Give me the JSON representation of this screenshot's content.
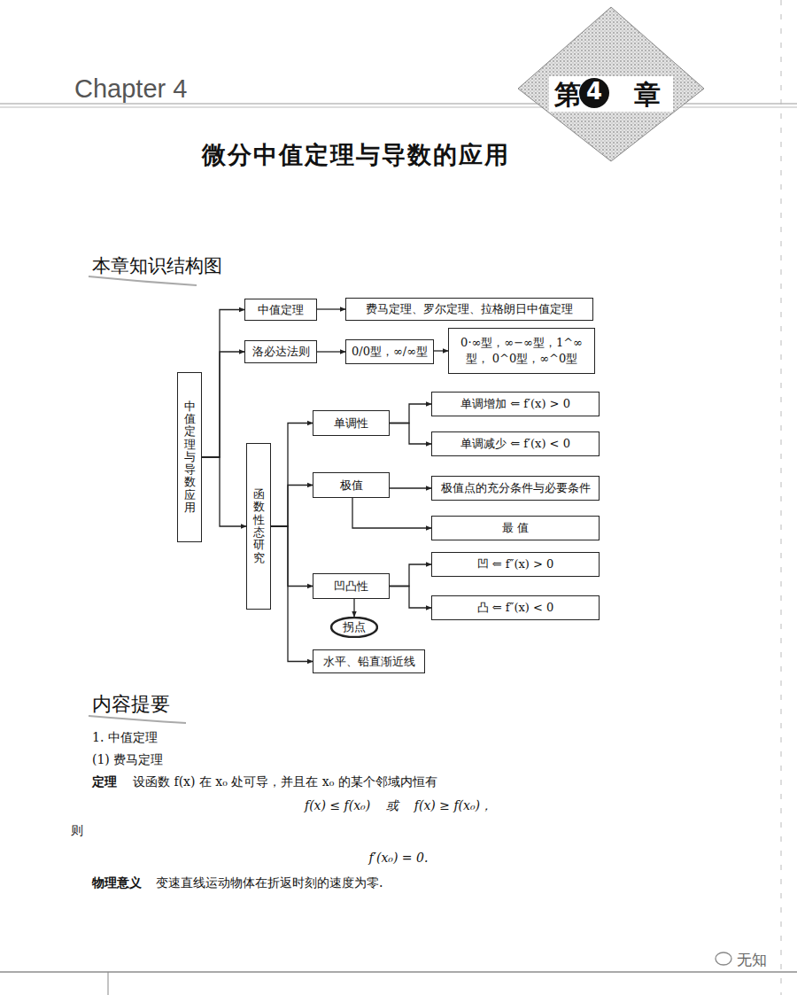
{
  "diagram": {
    "title": "微分中值定理与导数的应用",
    "nodes": [
      {
        "text": [
          "中值定理与导数应用"
        ]
      },
      {
        "text": [
          "中值定理"
        ]
      },
      {
        "text": [
          "费马定理、罗尔定理、拉格朗日中值定理"
        ]
      },
      {
        "text": [
          "洛必达法则"
        ]
      },
      {
        "text": [
          "0/0型，∞/∞型"
        ]
      },
      {
        "text": [
          "0·∞型，∞−∞型，1^∞型， 0^0型，∞^0型"
        ]
      },
      {
        "text": [
          "函数性态研究"
        ]
      },
      {
        "text": [
          "单调性"
        ]
      },
      {
        "text": [
          "单调增加 ⇐ f′(x) > 0"
        ]
      },
      {
        "text": [
          "单调减少 ⇐ f′(x) < 0"
        ]
      },
      {
        "text": [
          "极值"
        ]
      },
      {
        "text": [
          "极值点的充分条件与必要条件"
        ]
      },
      {
        "text": [
          "最 值"
        ]
      },
      {
        "text": [
          "凹凸性"
        ]
      },
      {
        "text": [
          "凹 ⇐ f″(x) > 0"
        ]
      },
      {
        "text": [
          "凸 ⇐ f″(x) < 0"
        ]
      },
      {
        "text": [
          "拐点"
        ]
      },
      {
        "text": [
          "水平、铅直渐近线"
        ]
      }
    ],
    "edges": [
      {
        "from": 0,
        "to": 1,
        "arrow": "to"
      },
      {
        "from": 0,
        "to": 3,
        "arrow": "to"
      },
      {
        "from": 0,
        "to": 6,
        "arrow": "to"
      },
      {
        "from": 1,
        "to": 2,
        "arrow": "to"
      },
      {
        "from": 3,
        "to": 4,
        "arrow": "to"
      },
      {
        "from": 4,
        "to": 5,
        "arrow": "to"
      },
      {
        "from": 6,
        "to": 7,
        "arrow": "to"
      },
      {
        "from": 6,
        "to": 10,
        "arrow": "to"
      },
      {
        "from": 6,
        "to": 13,
        "arrow": "to"
      },
      {
        "from": 6,
        "to": 17,
        "arrow": "to"
      },
      {
        "from": 7,
        "to": 8,
        "arrow": "to"
      },
      {
        "from": 7,
        "to": 9,
        "arrow": "to"
      },
      {
        "from": 10,
        "to": 11,
        "arrow": "to"
      },
      {
        "from": 10,
        "to": 12,
        "arrow": "to"
      },
      {
        "from": 13,
        "to": 14,
        "arrow": "to"
      },
      {
        "from": 13,
        "to": 15,
        "arrow": "to"
      },
      {
        "from": 13,
        "to": 16,
        "arrow": "to"
      }
    ],
    "labels": [
      "Chapter 4",
      "第",
      "4",
      "章",
      "本章知识结构图",
      "内容提要",
      "1. 中值定理",
      "(1) 费马定理",
      "定理",
      "设函数 f(x) 在 x₀ 处可导，并且在 x₀ 的某个邻域内恒有",
      "f(x) ≤ f(x₀)    或    f(x) ≥ f(x₀)，",
      "则",
      "f′(x₀) = 0.",
      "物理意义",
      "变速直线运动物体在折返时刻的速度为零.",
      "无知"
    ]
  }
}
